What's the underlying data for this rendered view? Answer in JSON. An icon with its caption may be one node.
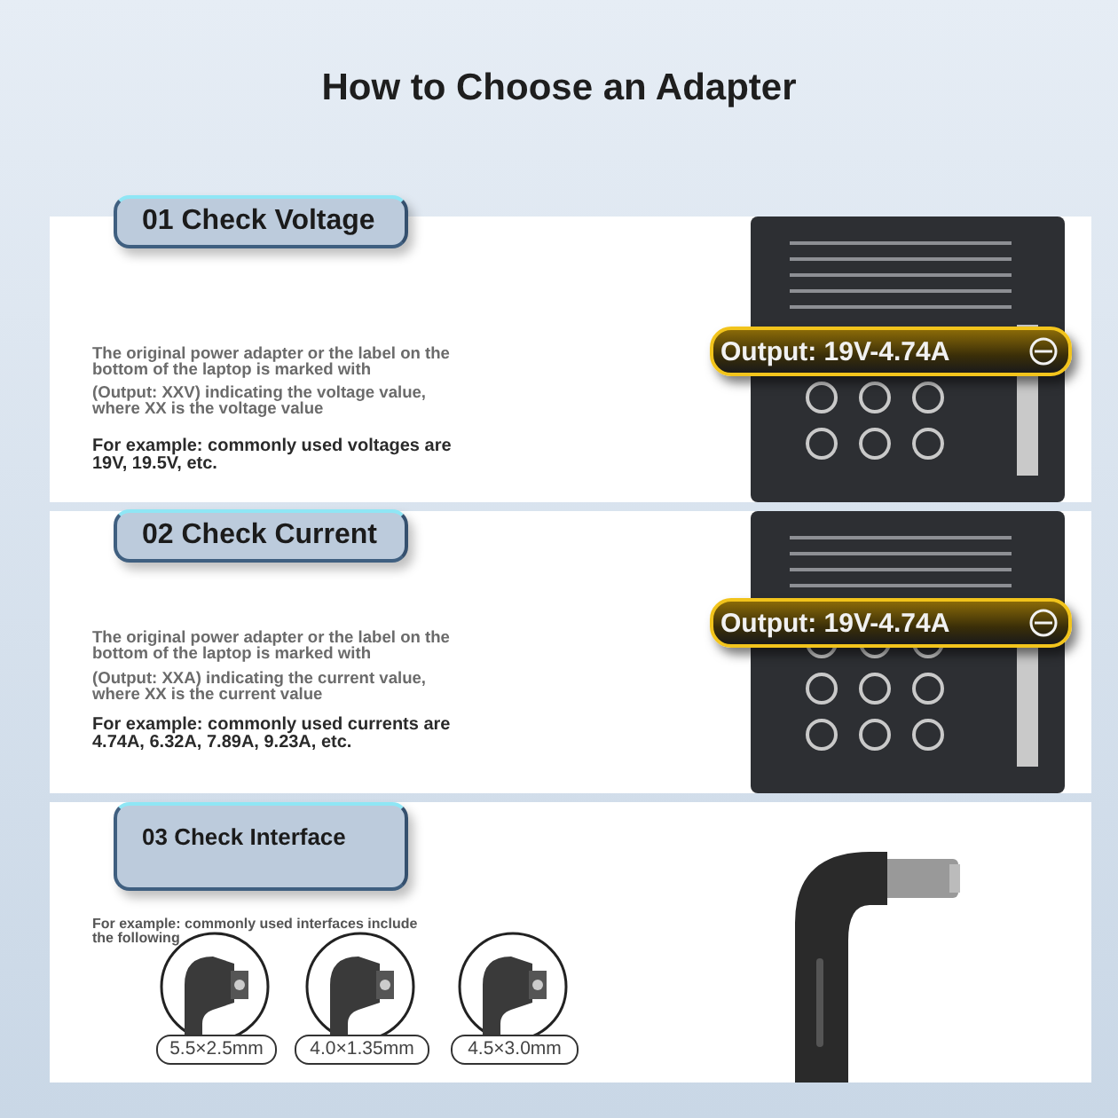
{
  "diagram": {
    "title": "How to Choose an Adapter",
    "nodes": [
      {
        "text": [
          "01 Check Voltage"
        ]
      },
      {
        "text": [
          "02 Check Current"
        ]
      },
      {
        "text": [
          "03 Check Interface"
        ]
      },
      {
        "text": [
          "Output: 19V-4.74A"
        ]
      },
      {
        "text": [
          "Output: 19V-4.74A"
        ]
      },
      {
        "text": [
          "5.5×2.5mm"
        ]
      },
      {
        "text": [
          "4.0×1.35mm"
        ]
      },
      {
        "text": [
          "4.5×3.0mm"
        ]
      }
    ],
    "labels": [
      "The original power adapter or the label on the bottom of the laptop is marked with",
      "(Output: XXV) indicating the voltage value, where XX is the voltage value",
      "For example: commonly used voltages are 19V, 19.5V, etc.",
      "The original power adapter or the label on the bottom of the laptop is marked with",
      "(Output: XXA) indicating the current value, where XX is the current value",
      "For example: commonly used currents are 4.74A, 6.32A, 7.89A, 9.23A, etc.",
      "For example: commonly used interfaces include the following"
    ]
  }
}
